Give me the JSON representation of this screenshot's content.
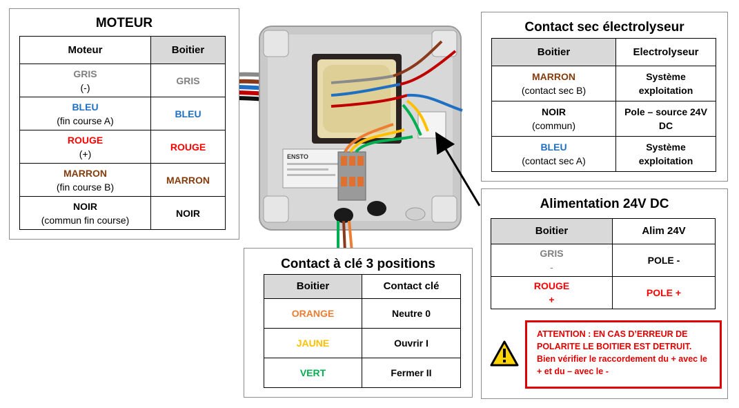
{
  "colors": {
    "gris": "#808080",
    "bleu": "#1f6fc2",
    "rouge": "#ff0000",
    "marron": "#843c0c",
    "noir": "#000000",
    "orange": "#ed7d31",
    "jaune": "#ffc000",
    "vert": "#00b050",
    "warning_red": "#e00000"
  },
  "moteur": {
    "title": "MOTEUR",
    "headers": [
      "Moteur",
      "Boitier"
    ],
    "rows": [
      {
        "name": "GRIS",
        "sub": "(-)",
        "boitier": "GRIS",
        "color": "gris"
      },
      {
        "name": "BLEU",
        "sub": "(fin course A)",
        "boitier": "BLEU",
        "color": "bleu"
      },
      {
        "name": "ROUGE",
        "sub": "(+)",
        "boitier": "ROUGE",
        "color": "rouge"
      },
      {
        "name": "MARRON",
        "sub": "(fin course B)",
        "boitier": "MARRON",
        "color": "marron"
      },
      {
        "name": "NOIR",
        "sub": "(commun fin course)",
        "boitier": "NOIR",
        "color": "noir"
      }
    ]
  },
  "contact_sec": {
    "title": "Contact sec électrolyseur",
    "headers": [
      "Boitier",
      "Electrolyseur"
    ],
    "rows": [
      {
        "name": "MARRON",
        "sub": "(contact sec B)",
        "value": "Système exploitation",
        "color": "marron"
      },
      {
        "name": "NOIR",
        "sub": "(commun)",
        "value": "Pole – source 24V DC",
        "color": "noir"
      },
      {
        "name": "BLEU",
        "sub": "(contact sec A)",
        "value": "Système exploitation",
        "color": "bleu"
      }
    ]
  },
  "alimentation": {
    "title": "Alimentation 24V DC",
    "headers": [
      "Boitier",
      "Alim 24V"
    ],
    "rows": [
      {
        "name": "GRIS",
        "sub": "-",
        "value": "POLE -",
        "color": "gris",
        "value_color": "noir"
      },
      {
        "name": "ROUGE",
        "sub": "+",
        "value": "POLE +",
        "color": "rouge",
        "value_color": "rouge"
      }
    ]
  },
  "contact_cle": {
    "title": "Contact à clé 3 positions",
    "headers": [
      "Boitier",
      "Contact clé"
    ],
    "rows": [
      {
        "name": "ORANGE",
        "value": "Neutre 0",
        "color": "orange"
      },
      {
        "name": "JAUNE",
        "value": "Ouvrir I",
        "color": "jaune"
      },
      {
        "name": "VERT",
        "value": "Fermer II",
        "color": "vert"
      }
    ]
  },
  "warning": {
    "line1": "ATTENTION : EN CAS D’ERREUR DE POLARITE LE BOITIER EST DETRUIT.",
    "line2": "Bien vérifier le raccordement du + avec le + et du – avec le -",
    "icon": "warning-triangle-icon"
  },
  "photo": {
    "brand_label": "ENSTO",
    "icon": "junction-box-photo"
  }
}
